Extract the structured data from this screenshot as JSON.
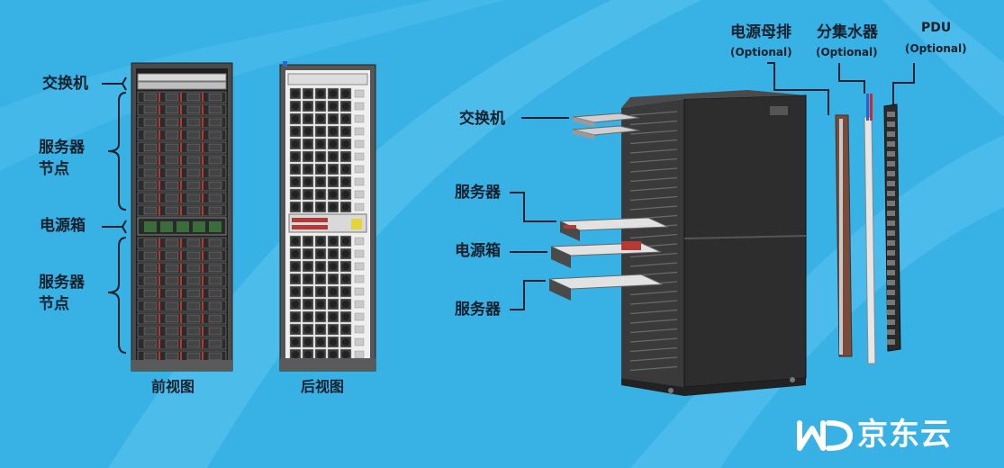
{
  "front_view": {
    "caption": "前视图",
    "labels": {
      "switch": "交换机",
      "server_nodes_top": [
        "服务器",
        "节点"
      ],
      "power_box": "电源箱",
      "server_nodes_bottom": [
        "服务器",
        "节点"
      ]
    }
  },
  "rear_view": {
    "caption": "后视图"
  },
  "exploded_view": {
    "labels": {
      "switch": "交换机",
      "server_top": "服务器",
      "power_box": "电源箱",
      "server_bottom": "服务器",
      "busbar": "电源母排",
      "busbar_note": "(Optional)",
      "manifold": "分集水器",
      "manifold_note": "(Optional)",
      "pdu": "PDU",
      "pdu_note": "(Optional)"
    }
  },
  "logo": {
    "text": "京东云",
    "icon": "jdcloud-logo-icon"
  },
  "colors": {
    "background": "#3ab3e6",
    "background_light": "#5cc6f0",
    "label_text": "#14202c",
    "rack_frame": "#5a5a5a",
    "server_red": "#b33a36"
  }
}
